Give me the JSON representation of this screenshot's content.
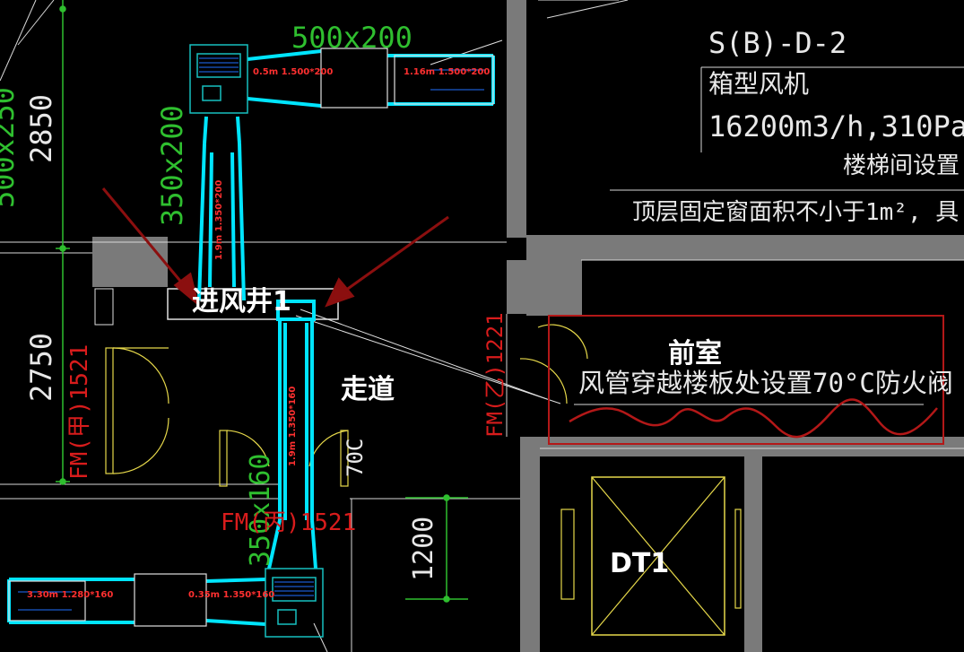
{
  "equipment": {
    "tag": "S(B)-D-2",
    "name": "箱型风机",
    "spec": "16200m3/h,310Pa",
    "note": "楼梯间设置",
    "window_note": "顶层固定窗面积不小于1m², 具"
  },
  "rooms": {
    "shaft": "进风井1",
    "corridor": "走道",
    "anteroom": "前室",
    "elevator": "DT1"
  },
  "annotations": {
    "fire_damper": "风管穿越楼板处设置70°C防火阀",
    "fire_damper_partial": "70C"
  },
  "ducts": {
    "top_horizontal": "500x200",
    "top_vertical": "350x200",
    "bottom_vertical": "350x160",
    "left_partial": "500x250"
  },
  "dimensions": {
    "d1": "2850",
    "d2": "2750",
    "d3": "1200"
  },
  "doors": {
    "fm_jia_1521": "FM(甲)1521",
    "fm_bing_1521": "FM(丙)1521",
    "fm_yi_1221": "FM(乙)1221"
  },
  "tiny_labels": {
    "t1": "0.5m 1.500*200",
    "t2": "1.16m 1.500*200",
    "t3": "1.9m 1.350*200",
    "t4": "1.9m 1.350*160",
    "t5": "3.30m 1.280*160",
    "t6": "0.35m 1.350*160"
  },
  "colors": {
    "background": "#000000",
    "duct": "#00e5ff",
    "dimension": "#2fbf2f",
    "door": "#d81c1c",
    "wall": "#7a7a7a",
    "arrow": "#8b0f0f"
  }
}
